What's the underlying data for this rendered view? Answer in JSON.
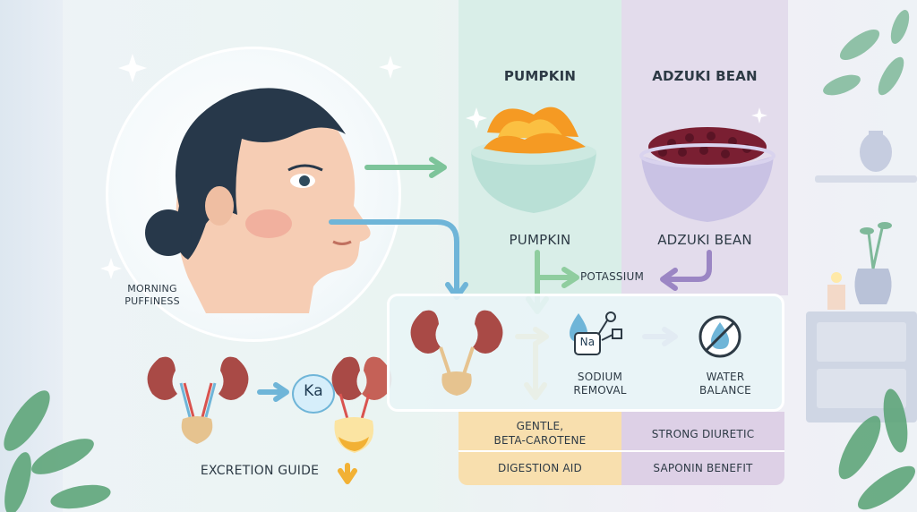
{
  "labels": {
    "pumpkin_header": "PUMPKIN",
    "adzuki_header": "ADZUKI BEAN",
    "pumpkin_caption": "PUMPKIN",
    "adzuki_caption": "ADZUKI BEAN",
    "morning_line1": "MORNING",
    "morning_line2": "PUFFINESS",
    "potassium": "POTASSIUM",
    "ka_badge": "Ka",
    "na_badge": "Na",
    "sodium_line1": "SODIUM",
    "sodium_line2": "REMOVAL",
    "water_line1": "WATER",
    "water_line2": "BALANCE",
    "excretion": "EXCRETION GUIDE",
    "pumpkin_benefit_line1": "GENTLE,",
    "pumpkin_benefit_line2": "BETA-CAROTENE",
    "pumpkin_benefit2": "DIGESTION AID",
    "adzuki_benefit1": "STRONG DIURETIC",
    "adzuki_benefit2": "SAPONIN BENEFIT"
  },
  "colors": {
    "green_arrow": "#7dc49a",
    "blue_arrow": "#6fb5d8",
    "purple_arrow": "#9b86c4",
    "orange_arrow": "#f2b134",
    "pumpkin_panel": "#d9eee8",
    "adzuki_panel": "#e3dcec",
    "pumpkin_benefit_bg": "#f8dfae",
    "adzuki_benefit_bg": "#ddd0e6"
  },
  "icons": [
    "sparkle-icon",
    "woman-profile-illustration",
    "pumpkin-bowl-icon",
    "adzuki-bowl-icon",
    "kidney-icon",
    "bladder-icon",
    "sodium-molecule-icon",
    "no-water-drop-icon",
    "leaf-icon",
    "vase-icon",
    "candle-icon"
  ]
}
